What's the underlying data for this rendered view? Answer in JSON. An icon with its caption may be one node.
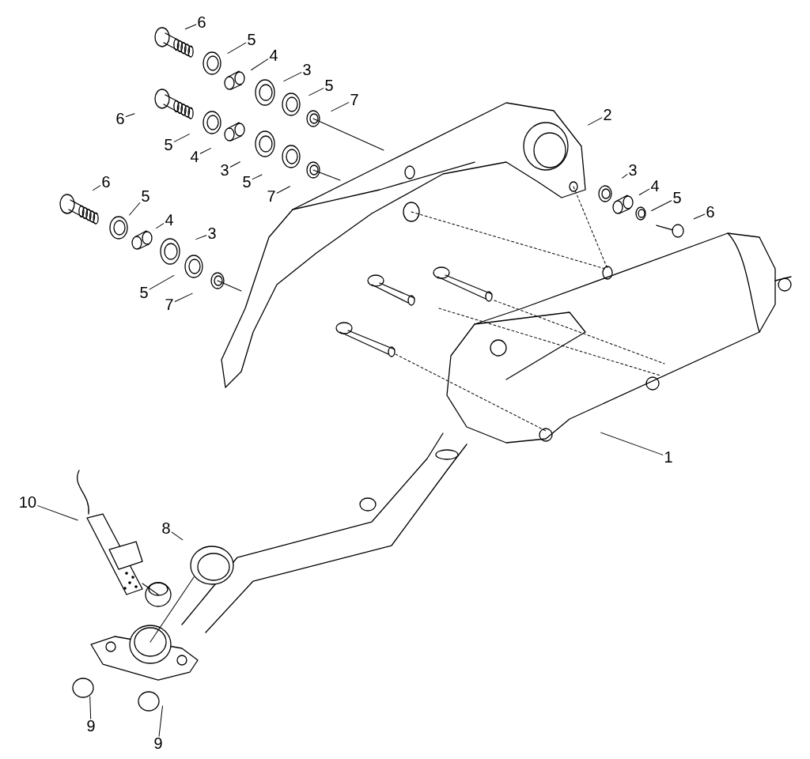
{
  "diagram": {
    "nodes": [
      {
        "text": [
          "6"
        ]
      },
      {
        "text": [
          "5"
        ]
      },
      {
        "text": [
          "4"
        ]
      },
      {
        "text": [
          "3"
        ]
      },
      {
        "text": [
          "5"
        ]
      },
      {
        "text": [
          "7"
        ]
      },
      {
        "text": [
          "2"
        ]
      },
      {
        "text": [
          "6"
        ]
      },
      {
        "text": [
          "5"
        ]
      },
      {
        "text": [
          "4"
        ]
      },
      {
        "text": [
          "3"
        ]
      },
      {
        "text": [
          "5"
        ]
      },
      {
        "text": [
          "7"
        ]
      },
      {
        "text": [
          "3"
        ]
      },
      {
        "text": [
          "4"
        ]
      },
      {
        "text": [
          "5"
        ]
      },
      {
        "text": [
          "6"
        ]
      },
      {
        "text": [
          "6"
        ]
      },
      {
        "text": [
          "5"
        ]
      },
      {
        "text": [
          "4"
        ]
      },
      {
        "text": [
          "3"
        ]
      },
      {
        "text": [
          "5"
        ]
      },
      {
        "text": [
          "7"
        ]
      },
      {
        "text": [
          "1"
        ]
      },
      {
        "text": [
          "10"
        ]
      },
      {
        "text": [
          "8"
        ]
      },
      {
        "text": [
          "9"
        ]
      },
      {
        "text": [
          "9"
        ]
      }
    ],
    "edges": [
      {
        "from": 0,
        "to": null,
        "arrow": "none"
      },
      {
        "from": 1,
        "to": null,
        "arrow": "none"
      },
      {
        "from": 2,
        "to": null,
        "arrow": "none"
      },
      {
        "from": 3,
        "to": null,
        "arrow": "none"
      },
      {
        "from": 4,
        "to": null,
        "arrow": "none"
      },
      {
        "from": 5,
        "to": null,
        "arrow": "none"
      },
      {
        "from": 6,
        "to": null,
        "arrow": "none"
      },
      {
        "from": 7,
        "to": null,
        "arrow": "none"
      },
      {
        "from": 8,
        "to": null,
        "arrow": "none"
      },
      {
        "from": 9,
        "to": null,
        "arrow": "none"
      },
      {
        "from": 10,
        "to": null,
        "arrow": "none"
      },
      {
        "from": 11,
        "to": null,
        "arrow": "none"
      },
      {
        "from": 12,
        "to": null,
        "arrow": "none"
      },
      {
        "from": 13,
        "to": null,
        "arrow": "none"
      },
      {
        "from": 14,
        "to": null,
        "arrow": "none"
      },
      {
        "from": 15,
        "to": null,
        "arrow": "none"
      },
      {
        "from": 16,
        "to": null,
        "arrow": "none"
      },
      {
        "from": 17,
        "to": null,
        "arrow": "none"
      },
      {
        "from": 18,
        "to": null,
        "arrow": "none"
      },
      {
        "from": 19,
        "to": null,
        "arrow": "none"
      },
      {
        "from": 20,
        "to": null,
        "arrow": "none"
      },
      {
        "from": 21,
        "to": null,
        "arrow": "none"
      },
      {
        "from": 22,
        "to": null,
        "arrow": "none"
      },
      {
        "from": 23,
        "to": null,
        "arrow": "none"
      },
      {
        "from": 24,
        "to": null,
        "arrow": "none"
      },
      {
        "from": 25,
        "to": null,
        "arrow": "none"
      },
      {
        "from": 26,
        "to": null,
        "arrow": "none"
      },
      {
        "from": 27,
        "to": null,
        "arrow": "none"
      }
    ]
  }
}
